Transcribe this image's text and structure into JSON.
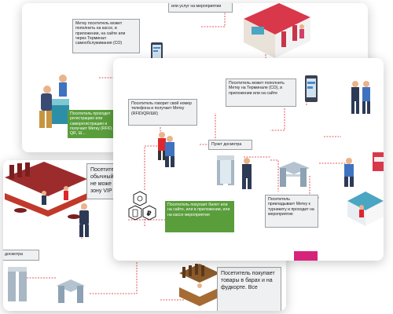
{
  "back_card": {
    "topup_text": "Метку посетитель может пополнить на кассе, в приложении, на сайте или через Терминал самообслуживания (СО)",
    "services_text": "или услуг на мероприятии",
    "registration_text": "Посетитель проходит регистрацию или саморегистрацию и получает Метку (RFID, QR, Ш..."
  },
  "left_card": {
    "vip_text": "Посетитель обычный не може зону VIP",
    "security_label": "досмотра",
    "bars_text": "Посетитель покупает товары в барах и на фудкорте. Все"
  },
  "front_card": {
    "phone_text": "Посетитель говорит свой номер телефона и получает Метку (RFID/QR/ШК)",
    "terminal_text": "Посетитель может пополнить Метку на Терминале (СО), в приложении или на сайте",
    "security_label": "Пункт досмотра",
    "turnstile_text": "Посетитель прикладывает Метку к турникету и проходит на мероприятие",
    "ticket_text": "Посетитель покупает билет или на сайте, или в приложении, или на кассе мероприятия"
  },
  "colors": {
    "green": "#5a9e3c",
    "red_arrow": "#e0262d",
    "magenta": "#d6247a",
    "booth_red": "#d9384a"
  }
}
